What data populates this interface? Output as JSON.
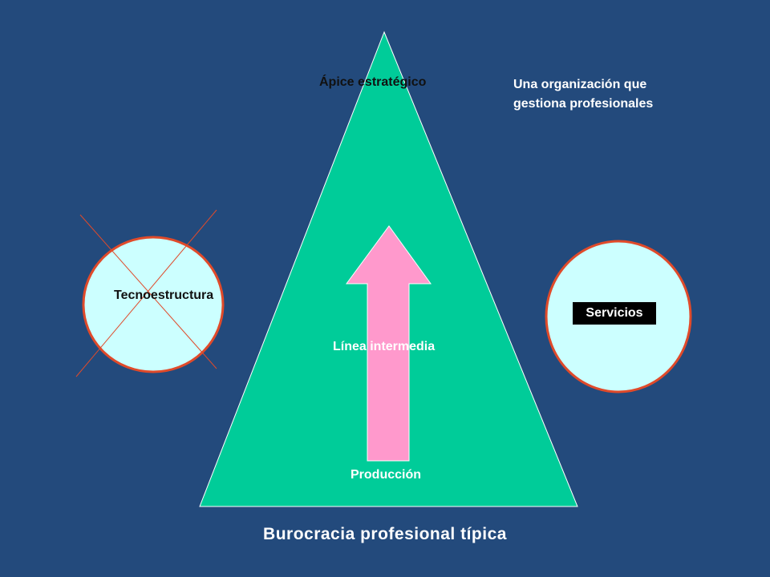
{
  "slide": {
    "apex_label": "Ápice estratégico",
    "note_line1": "Una organización que",
    "note_line2": "gestiona profesionales",
    "techno_label": "Tecnoestructura",
    "middle_label": "Línea intermedia",
    "production_label": "Producción",
    "services_label": "Servicios",
    "caption": "Burocracia profesional típica"
  },
  "colors": {
    "background": "#234a7c",
    "triangle": "#00cc99",
    "arrow": "#ff99cc",
    "circle_fill": "#ccffff",
    "circle_border": "#e04a2a",
    "cross_lines": "#e04a2a"
  }
}
